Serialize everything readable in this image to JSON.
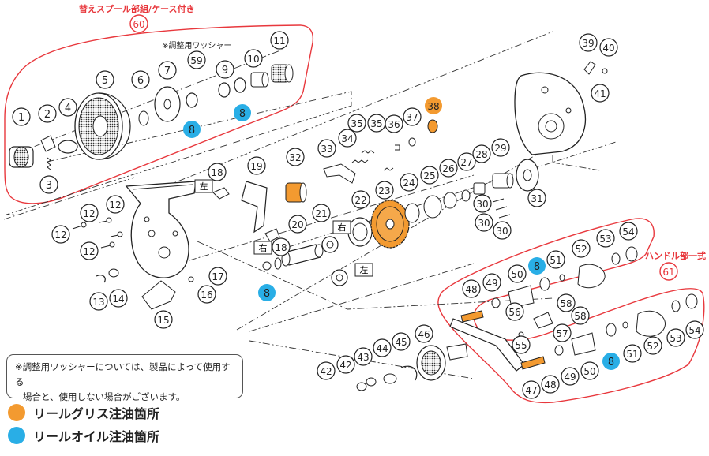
{
  "colors": {
    "grease": "#f39a30",
    "oil": "#29aee6",
    "callout_red": "#e8383d",
    "line": "#222222"
  },
  "labels": {
    "spare_spool": "替えスプール部組/ケース付き",
    "spare_spool_num": "60",
    "adjust_washer": "※調整用ワッシャー",
    "handle_assy": "ハンドル部一式",
    "handle_assy_num": "61",
    "left": "左",
    "right": "右"
  },
  "note": {
    "line1": "※調整用ワッシャーについては、製品によって使用する",
    "line2": "場合と、使用しない場合がございます。"
  },
  "legend": {
    "grease": "リールグリス注油箇所",
    "oil": "リールオイル注油箇所"
  },
  "callouts": [
    {
      "num": "1"
    },
    {
      "num": "2"
    },
    {
      "num": "3"
    },
    {
      "num": "4"
    },
    {
      "num": "5"
    },
    {
      "num": "6"
    },
    {
      "num": "7"
    },
    {
      "num": "59"
    },
    {
      "num": "9"
    },
    {
      "num": "10"
    },
    {
      "num": "11"
    },
    {
      "num": "8",
      "fill": "oil"
    },
    {
      "num": "8",
      "fill": "oil"
    },
    {
      "num": "12"
    },
    {
      "num": "12"
    },
    {
      "num": "12"
    },
    {
      "num": "12"
    },
    {
      "num": "13"
    },
    {
      "num": "14"
    },
    {
      "num": "15"
    },
    {
      "num": "16"
    },
    {
      "num": "17"
    },
    {
      "num": "18"
    },
    {
      "num": "18"
    },
    {
      "num": "19"
    },
    {
      "num": "20"
    },
    {
      "num": "21"
    },
    {
      "num": "22"
    },
    {
      "num": "23"
    },
    {
      "num": "24"
    },
    {
      "num": "25"
    },
    {
      "num": "26"
    },
    {
      "num": "27"
    },
    {
      "num": "28"
    },
    {
      "num": "29"
    },
    {
      "num": "30"
    },
    {
      "num": "30"
    },
    {
      "num": "30"
    },
    {
      "num": "31"
    },
    {
      "num": "32"
    },
    {
      "num": "33"
    },
    {
      "num": "34"
    },
    {
      "num": "35"
    },
    {
      "num": "35"
    },
    {
      "num": "36"
    },
    {
      "num": "37"
    },
    {
      "num": "38",
      "fill": "grease"
    },
    {
      "num": "39"
    },
    {
      "num": "40"
    },
    {
      "num": "41"
    },
    {
      "num": "8",
      "fill": "oil"
    },
    {
      "num": "42"
    },
    {
      "num": "42"
    },
    {
      "num": "43"
    },
    {
      "num": "44"
    },
    {
      "num": "45"
    },
    {
      "num": "46"
    },
    {
      "num": "47"
    },
    {
      "num": "48"
    },
    {
      "num": "49"
    },
    {
      "num": "50"
    },
    {
      "num": "51"
    },
    {
      "num": "52"
    },
    {
      "num": "53"
    },
    {
      "num": "54"
    },
    {
      "num": "8",
      "fill": "oil"
    },
    {
      "num": "55"
    },
    {
      "num": "56"
    },
    {
      "num": "57"
    },
    {
      "num": "58"
    },
    {
      "num": "58"
    },
    {
      "num": "48"
    },
    {
      "num": "49"
    },
    {
      "num": "50"
    },
    {
      "num": "8",
      "fill": "oil"
    },
    {
      "num": "51"
    },
    {
      "num": "52"
    },
    {
      "num": "53"
    },
    {
      "num": "54"
    }
  ]
}
